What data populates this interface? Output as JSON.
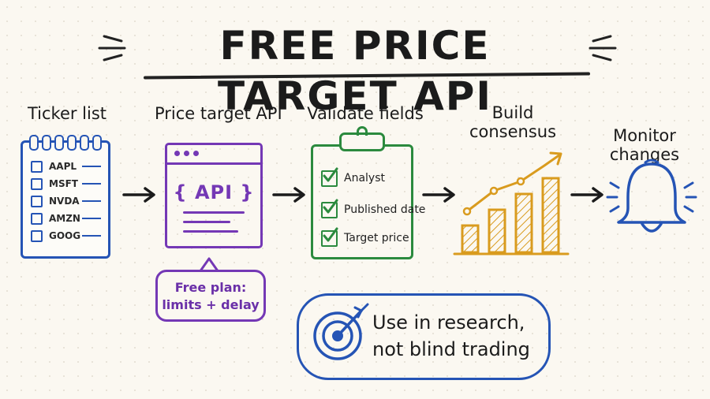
{
  "title": "FREE PRICE TARGET API",
  "steps": {
    "ticker_list": {
      "label": "Ticker list",
      "tickers": [
        "AAPL",
        "MSFT",
        "NVDA",
        "AMZN",
        "GOOG"
      ]
    },
    "price_target_api": {
      "label": "Price target API",
      "icon_text": "{ API }",
      "note": [
        "Free plan:",
        "limits + delay"
      ]
    },
    "validate_fields": {
      "label": "Validate fields",
      "fields": [
        "Analyst",
        "Published date",
        "Target price"
      ]
    },
    "build_consensus": {
      "label": [
        "Build",
        "consensus"
      ]
    },
    "monitor_changes": {
      "label": [
        "Monitor",
        "changes"
      ]
    }
  },
  "callout": {
    "lines": [
      "Use in research,",
      "not blind trading"
    ]
  },
  "colors": {
    "blue": "#2554b5",
    "purple": "#7438b5",
    "green": "#2b8a3e",
    "gold": "#d99b1e",
    "ink": "#1b1b1b"
  },
  "icons": [
    "notebook-icon",
    "browser-window-icon",
    "clipboard-icon",
    "bar-chart-icon",
    "bell-icon",
    "target-icon",
    "arrow-icon"
  ]
}
